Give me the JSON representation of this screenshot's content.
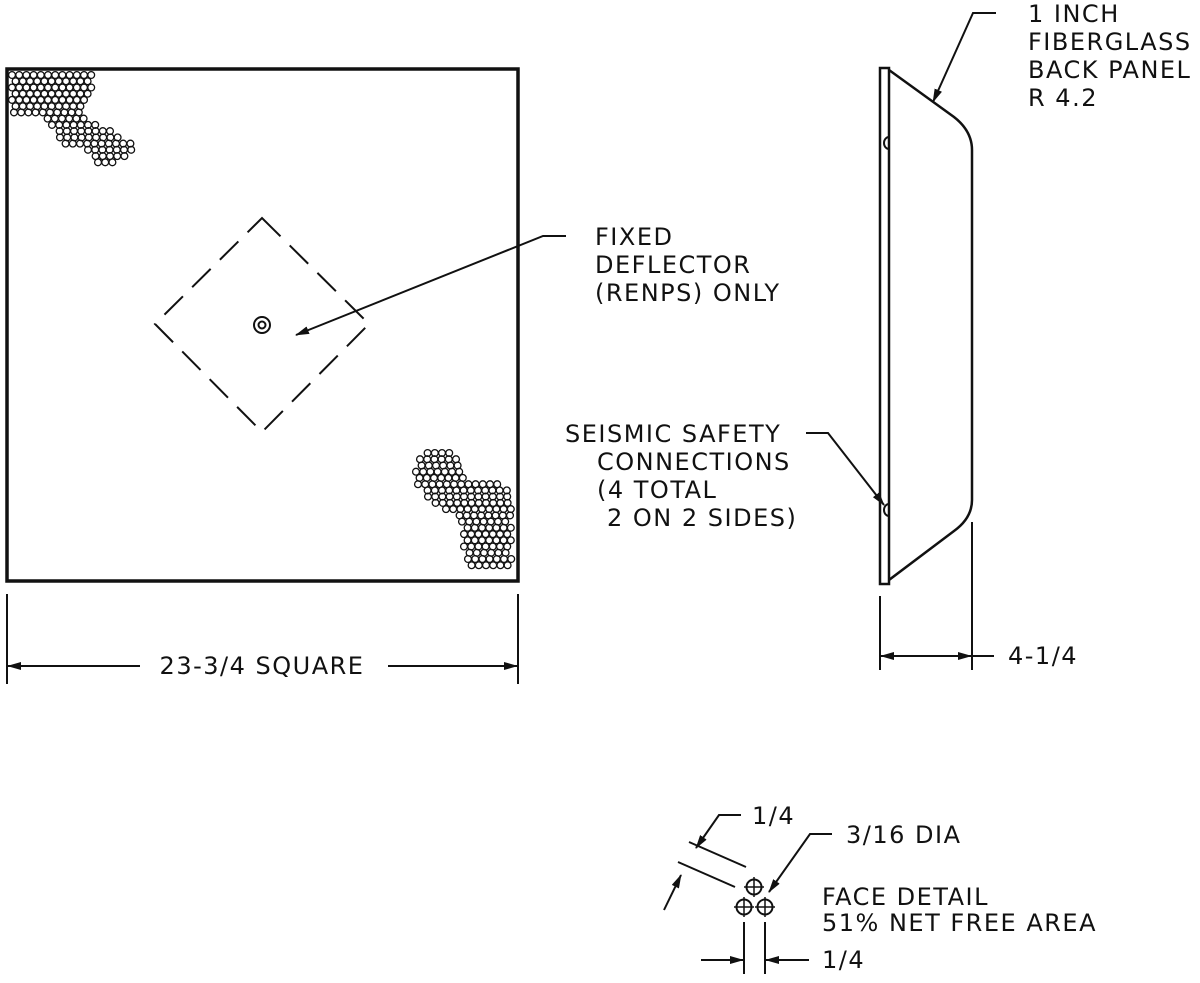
{
  "labels": {
    "back_panel": [
      "1  INCH",
      "FIBERGLASS",
      "BACK  PANEL",
      "R  4.2"
    ],
    "deflector": [
      "FIXED",
      "DEFLECTOR",
      "(RENPS)  ONLY"
    ],
    "seismic": [
      "SEISMIC  SAFETY",
      "CONNECTIONS",
      "(4  TOTAL",
      "2 ON 2 SIDES)"
    ],
    "square_dim": "23-3/4  SQUARE",
    "depth_dim": "4-1/4",
    "face_detail": [
      "FACE  DETAIL",
      "51%  NET  FREE  AREA"
    ],
    "pitch_top": "1/4",
    "hole_dia": "3/16  DIA",
    "pitch_bottom": "1/4"
  },
  "colors": {
    "line": "#111111",
    "background": "#ffffff"
  }
}
